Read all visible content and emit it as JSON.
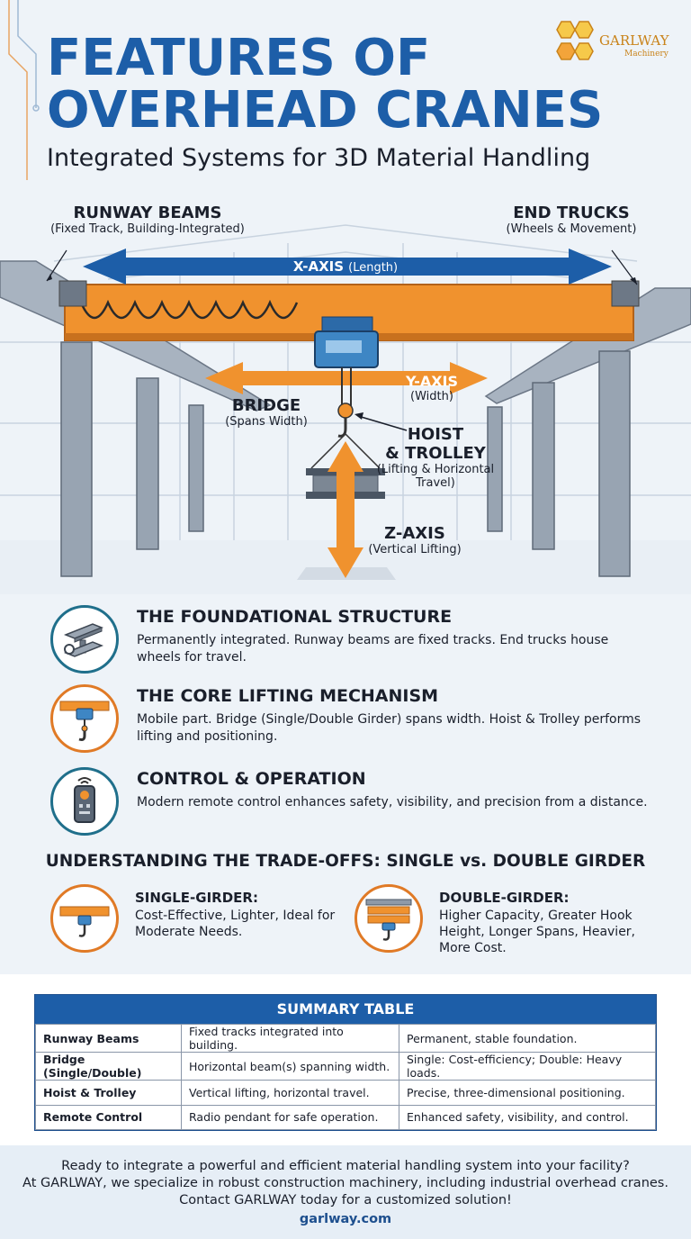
{
  "header": {
    "title_line1": "FEATURES OF",
    "title_line2": "OVERHEAD CRANES",
    "subtitle": "Integrated Systems for 3D Material Handling",
    "logo_name": "GARLWAY",
    "logo_sub": "Machinery"
  },
  "diagram": {
    "runway_beams": {
      "title": "RUNWAY BEAMS",
      "sub": "(Fixed Track, Building-Integrated)"
    },
    "end_trucks": {
      "title": "END TRUCKS",
      "sub": "(Wheels & Movement)"
    },
    "x_axis": {
      "title": "X-AXIS",
      "sub": "(Length)"
    },
    "y_axis": {
      "title": "Y-AXIS",
      "sub": "(Width)"
    },
    "z_axis": {
      "title": "Z-AXIS",
      "sub": "(Vertical Lifting)"
    },
    "bridge": {
      "title": "BRIDGE",
      "sub": "(Spans Width)"
    },
    "hoist": {
      "title_1": "HOIST",
      "title_2": "& TROLLEY",
      "sub_1": "(Lifting & Horizontal",
      "sub_2": "Travel)"
    }
  },
  "features": [
    {
      "title": "THE FOUNDATIONAL STRUCTURE",
      "desc": "Permanently integrated. Runway beams are fixed tracks. End trucks house wheels for travel.",
      "icon": "i-beam-icon"
    },
    {
      "title": "THE CORE LIFTING MECHANISM",
      "desc": "Mobile part. Bridge (Single/Double Girder) spans width. Hoist & Trolley performs lifting and positioning.",
      "icon": "hoist-hook-icon"
    },
    {
      "title": "CONTROL & OPERATION",
      "desc": "Modern remote control enhances safety, visibility, and precision from a distance.",
      "icon": "remote-control-icon"
    }
  ],
  "tradeoffs": {
    "title": "UNDERSTANDING THE TRADE-OFFS: SINGLE vs. DOUBLE GIRDER",
    "single": {
      "title": "SINGLE-GIRDER:",
      "desc": "Cost-Effective, Lighter, Ideal for Moderate Needs."
    },
    "double": {
      "title": "DOUBLE-GIRDER:",
      "desc": "Higher Capacity, Greater Hook Height, Longer Spans, Heavier, More Cost."
    }
  },
  "summary_table": {
    "title": "SUMMARY TABLE",
    "rows": [
      [
        "Runway Beams",
        "Fixed tracks integrated into building.",
        "Permanent, stable foundation."
      ],
      [
        "Bridge (Single/Double)",
        "Horizontal beam(s) spanning width.",
        "Single: Cost-efficiency; Double: Heavy loads."
      ],
      [
        "Hoist & Trolley",
        "Vertical lifting, horizontal travel.",
        "Precise, three-dimensional positioning."
      ],
      [
        "Remote Control",
        "Radio pendant for safe operation.",
        "Enhanced safety, visibility, and control."
      ]
    ]
  },
  "footer": {
    "line1": "Ready to integrate a powerful and efficient material handling system into your facility?",
    "line2": "At GARLWAY, we specialize in robust construction machinery, including industrial overhead cranes.",
    "line3": "Contact GARLWAY today for a customized solution!",
    "url": "garlway.com"
  },
  "colors": {
    "blue": "#1d5ea8",
    "orange": "#f0922e",
    "steel": "#8f9aa8",
    "teal": "#1f6f8b"
  }
}
